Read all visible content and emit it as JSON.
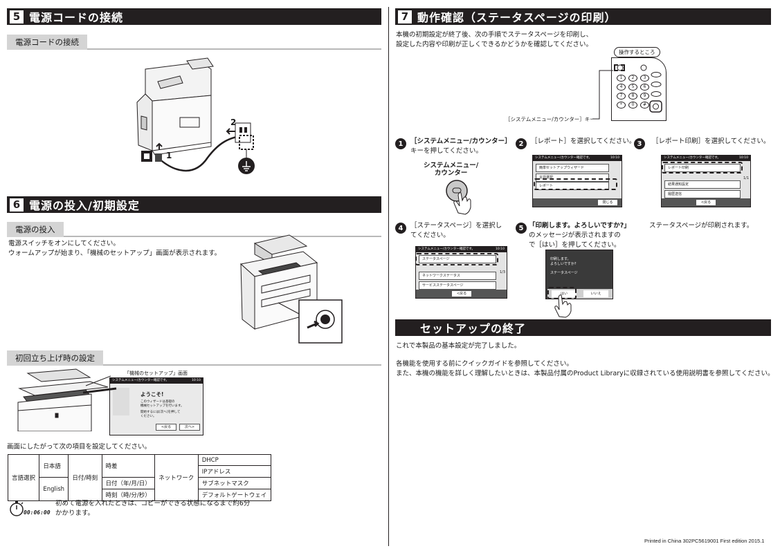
{
  "sec5": {
    "num": "5",
    "title": "電源コードの接続",
    "sub": "電源コードの接続",
    "callout1": "1",
    "callout2": "2"
  },
  "sec6": {
    "num": "6",
    "title": "電源の投入/初期設定",
    "sub1": "電源の投入",
    "body1": "電源スイッチをオンにしてください。",
    "body2": "ウォームアップが始まり、「機械のセットアップ」画面が表示されます。",
    "sub2": "初回立ち上げ時の設定",
    "screen_caption": "「機械のセットアップ」画面",
    "welcome_bar": "システムメニュー/カウンター確認です。",
    "welcome_time": "10:10",
    "welcome_title": "ようこそ!",
    "welcome_line1": "このウィザードは基礎の",
    "welcome_line2": "機械セットアップを行います。",
    "welcome_line3": "開始するには[次へ]を押して",
    "welcome_line4": "ください。",
    "welcome_back": "<戻る",
    "welcome_next": "次へ>",
    "table_intro": "画面にしたがって次の項目を設定してください。",
    "table": {
      "lang": "言語選択",
      "lang_ja": "日本語",
      "lang_en": "English",
      "datetime": "日付/時刻",
      "tz": "時差",
      "date": "日付（年/月/日）",
      "time": "時刻（時/分/秒）",
      "network": "ネットワーク",
      "dhcp": "DHCP",
      "ip": "IPアドレス",
      "subnet": "サブネットマスク",
      "gateway": "デフォルトゲートウェイ"
    },
    "timer_value": "00:06:00",
    "note1": "初めて電源を入れたときは、コピーができる状態になるまで約6分",
    "note2": "かかります。"
  },
  "sec7": {
    "num": "7",
    "title": "動作確認（ステータスページの印刷）",
    "intro1": "本機の初期設定が終了後、次の手順でステータスページを印刷し、",
    "intro2": "設定した内容や印刷が正しくできるかどうかを確認してください。",
    "panel_label": "操作するところ",
    "panel_caption": "［システムメニュー/カウンター］キー",
    "keypad": [
      "1",
      "2",
      "3",
      "4",
      "5",
      "6",
      "7",
      "8",
      "9",
      "*",
      "0",
      "#"
    ],
    "steps": [
      {
        "n": "1",
        "l1": "［システムメニュー/カウンター］",
        "l2": "キーを押してください。"
      },
      {
        "n": "2",
        "l1": "［レポート］を選択してください。",
        "l2": ""
      },
      {
        "n": "3",
        "l1": "［レポート印刷］を選択してください。",
        "l2": ""
      },
      {
        "n": "4",
        "l1": "［ステータスページ］を選択し",
        "l2": "てください。"
      },
      {
        "n": "5",
        "l1": "「印刷します。よろしいですか?」",
        "l2": "のメッセージが表示されますの",
        "l3": "で［はい］を押してください。"
      }
    ],
    "step6_text": "ステータスページが印刷されます。",
    "sysmenu_label1": "システムメニュー/",
    "sysmenu_label2": "カウンター",
    "s2": {
      "bar": "システムメニュー/カウンター確認です。",
      "time": "10:10",
      "r1": "簡単セットアップウィザード",
      "r2": "言語選択",
      "r3": "レポート",
      "close": "閉じる"
    },
    "s3": {
      "bar": "システムメニュー/カウンター確認です。",
      "time": "10:10",
      "r1": "レポート印刷",
      "r2": "結果通知設定",
      "r3": "履歴送信",
      "page": "1/1",
      "back": "<戻る"
    },
    "s4": {
      "bar": "システムメニュー/カウンター確認です。",
      "time": "10:10",
      "r1": "ステータスページ",
      "r2": "ネットワークステータス",
      "r3": "サービスステータスページ",
      "page": "1/3",
      "back": "<戻る"
    },
    "s5": {
      "m1": "印刷します。",
      "m2": "よろしいですか?",
      "m3": "ステータスページ",
      "yes": "はい",
      "no": "いいえ"
    }
  },
  "sec_end": {
    "title": "セットアップの終了",
    "l1": "これで本製品の基本設定が完了しました。",
    "l2": "各機能を使用する前にクイックガイドを参照してください。",
    "l3": "また、本機の機能を詳しく理解したいときは、本製品付属のProduct Libraryに収録されている使用説明書を参照してください。"
  },
  "footer": "Printed in China  302PC5619001  First edition  2015.1"
}
